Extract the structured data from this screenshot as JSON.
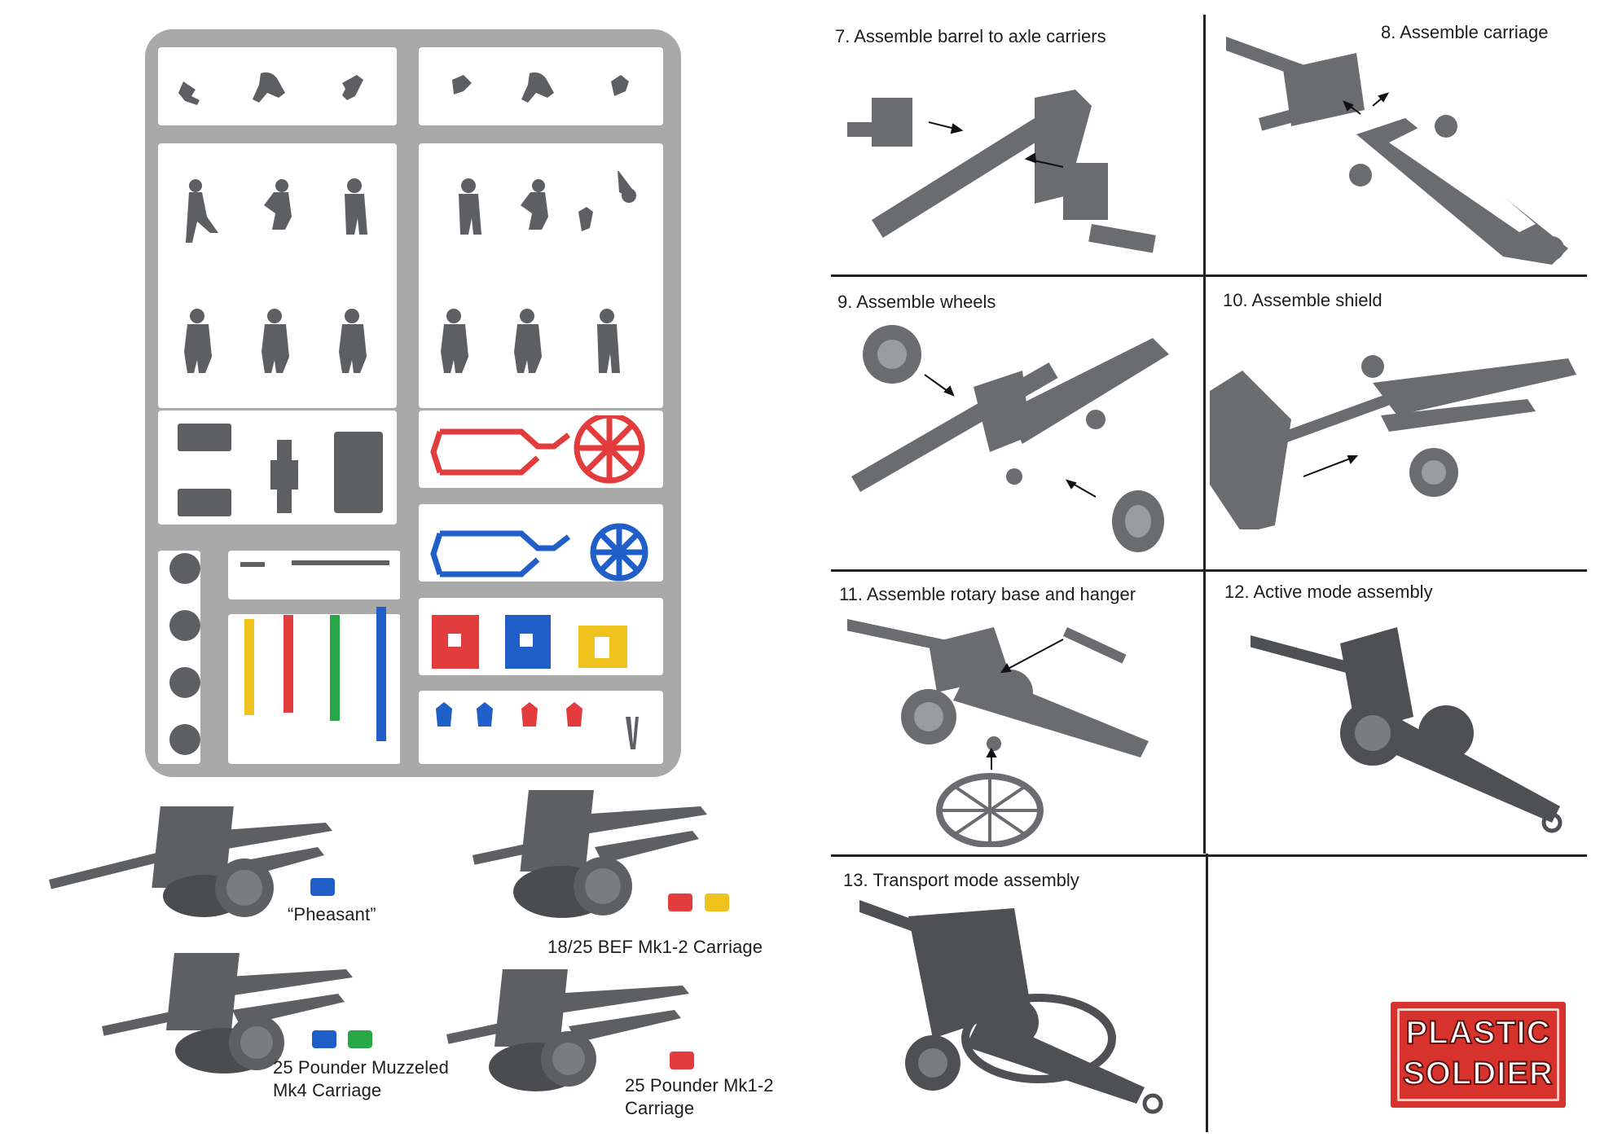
{
  "variants": [
    {
      "label": "“Pheasant”",
      "swatches": [
        "#1f5fc7"
      ]
    },
    {
      "label": "18/25 BEF Mk1-2 Carriage",
      "swatches": [
        "#e23c3c",
        "#f0c21e"
      ]
    },
    {
      "label": "25 Pounder Muzzeled Mk4 Carriage",
      "line1": "25 Pounder Muzzeled",
      "line2": "Mk4 Carriage",
      "swatches": [
        "#1f5fc7",
        "#27a745"
      ]
    },
    {
      "label": "25 Pounder Mk1-2 Carriage",
      "line1": "25 Pounder  Mk1-2",
      "line2": "Carriage",
      "swatches": [
        "#e23c3c"
      ]
    }
  ],
  "steps": [
    {
      "number": "7",
      "title": "7. Assemble barrel to axle carriers"
    },
    {
      "number": "8",
      "title": "8. Assemble carriage"
    },
    {
      "number": "9",
      "title": "9. Assemble wheels"
    },
    {
      "number": "10",
      "title": "10. Assemble shield"
    },
    {
      "number": "11",
      "title": "11. Assemble rotary base and hanger"
    },
    {
      "number": "12",
      "title": "12. Active mode assembly"
    },
    {
      "number": "13",
      "title": "13. Transport mode assembly"
    }
  ],
  "logo": {
    "line1": "PLASTIC",
    "line2": "SOLDIER",
    "bg": "#d8322c"
  },
  "colors": {
    "sprue": "#a9a9a9",
    "part": "#5d5f62",
    "red": "#e23c3c",
    "blue": "#1f5fc7",
    "green": "#27a745",
    "yellow": "#f0c21e"
  }
}
